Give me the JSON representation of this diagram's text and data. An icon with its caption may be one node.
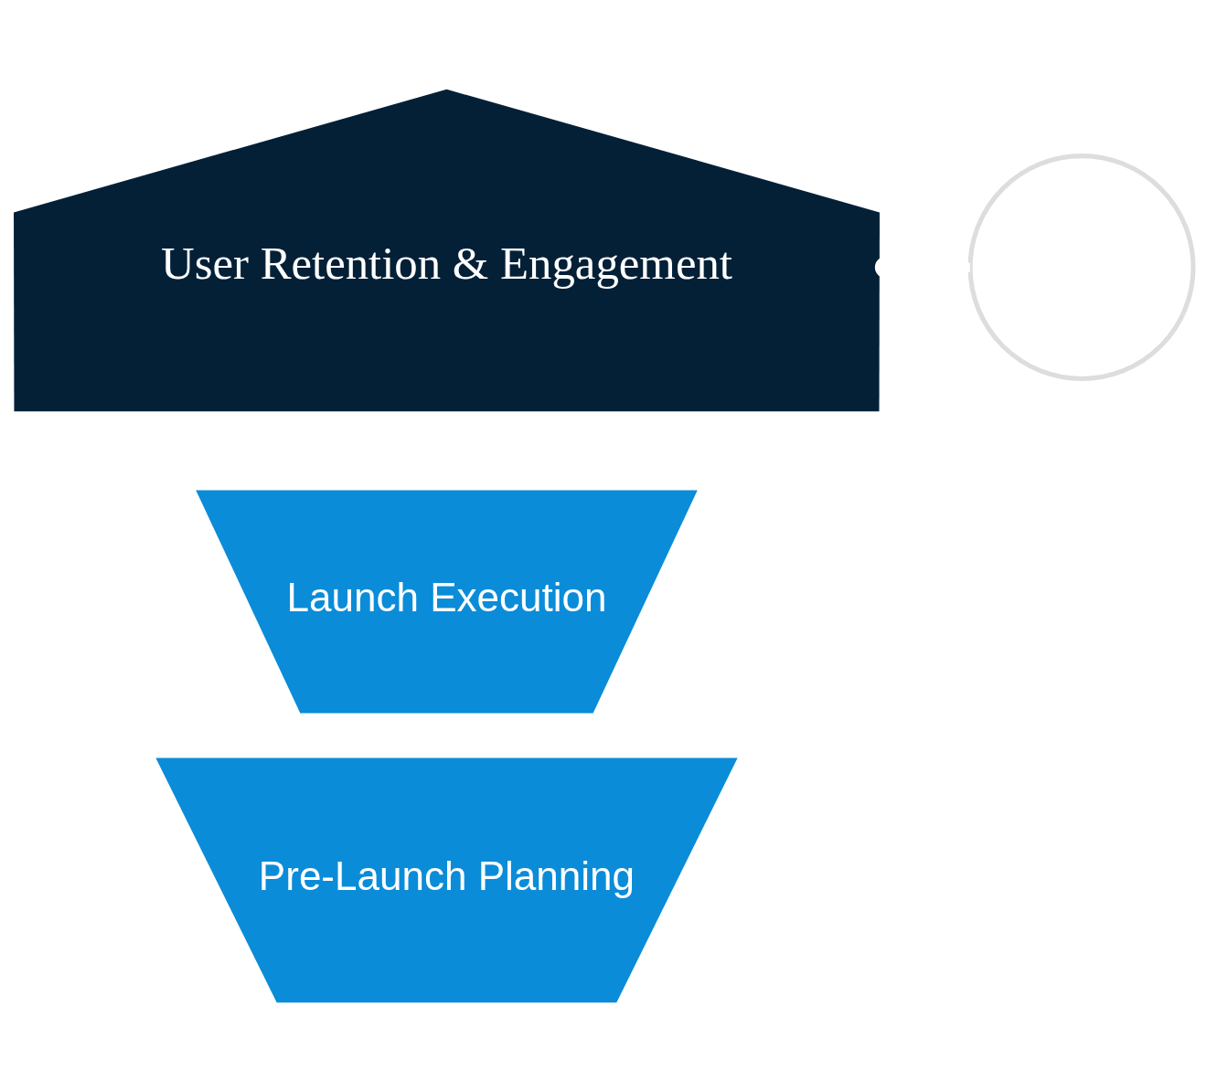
{
  "diagram": {
    "nodes": [
      {
        "text": [
          "User Retention & Engagement"
        ]
      },
      {
        "text": [
          "Launch Execution"
        ]
      },
      {
        "text": [
          "Pre-Launch Planning"
        ]
      },
      {
        "text": [],
        "shape": "circle"
      }
    ],
    "edges": [
      {
        "from": 0,
        "to": 3,
        "arrow": "other"
      }
    ]
  }
}
